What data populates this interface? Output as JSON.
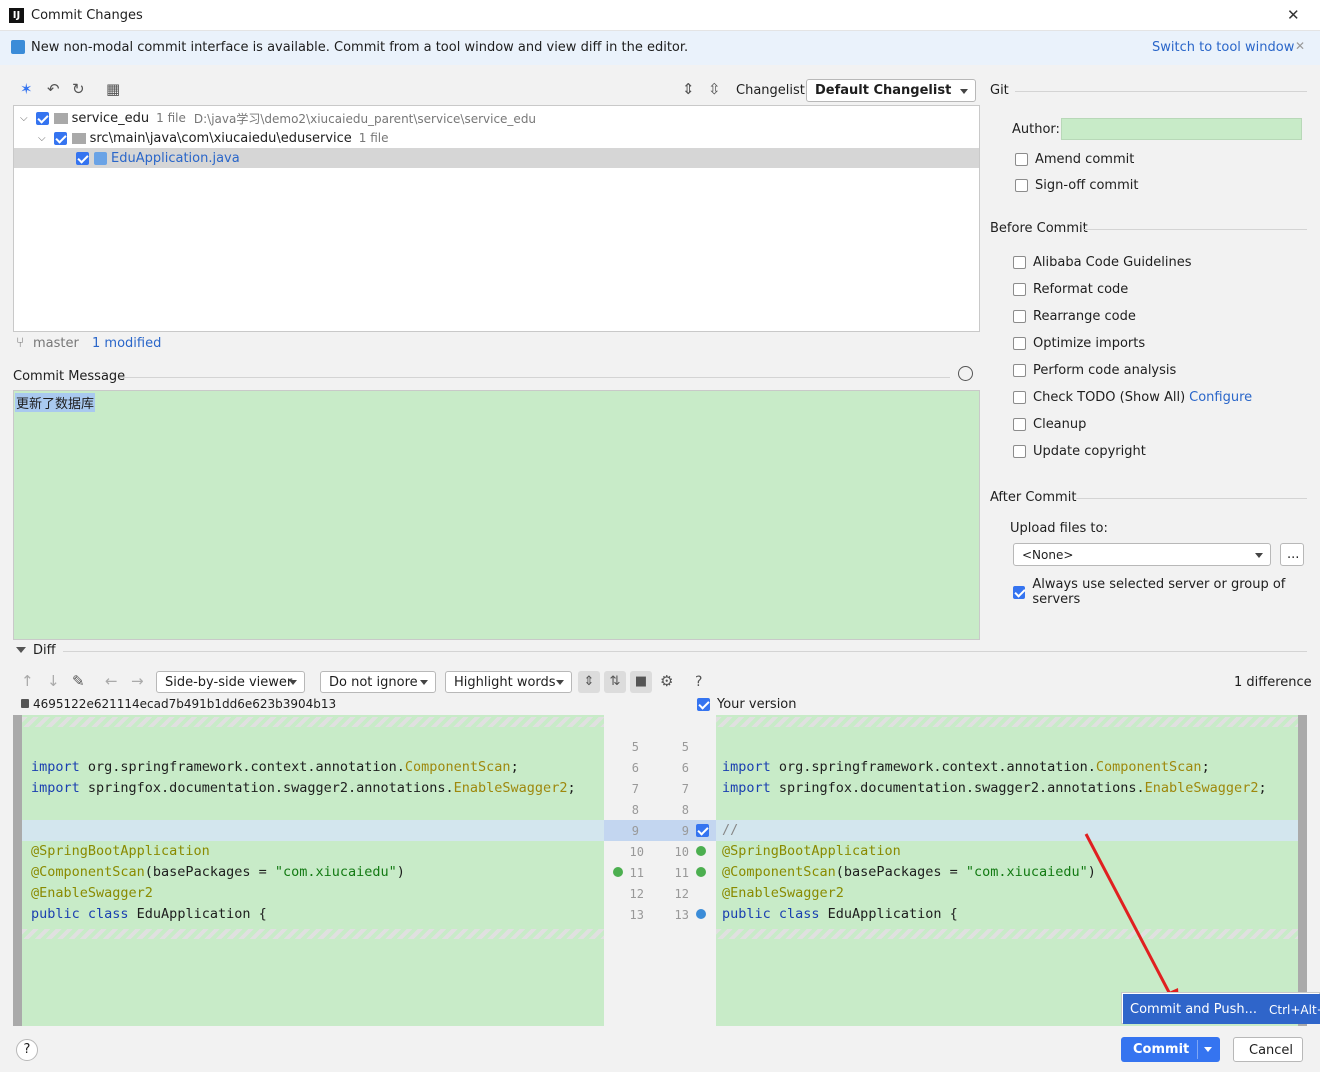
{
  "window": {
    "title": "Commit Changes",
    "close": "✕"
  },
  "banner": {
    "text": "New non-modal commit interface is available. Commit from a tool window and view diff in the editor.",
    "link": "Switch to tool window",
    "close": "✕"
  },
  "toolbar": {
    "changelist_label": "Changelist:",
    "changelist_value": "Default Changelist"
  },
  "tree": {
    "root": {
      "name": "service_edu",
      "count": "1 file",
      "path": "D:\\java学习\\demo2\\xiucaiedu_parent\\service\\service_edu"
    },
    "folder": {
      "name": "src\\main\\java\\com\\xiucaiedu\\eduservice",
      "count": "1 file"
    },
    "file": {
      "name": "EduApplication.java"
    }
  },
  "status": {
    "branch": "master",
    "modified": "1 modified"
  },
  "commit_message": {
    "label": "Commit Message",
    "value": "更新了数据库"
  },
  "git": {
    "title": "Git",
    "author_label": "Author:",
    "author_value": "",
    "amend": "Amend commit",
    "signoff": "Sign-off commit"
  },
  "before_commit": {
    "title": "Before Commit",
    "items": [
      "Alibaba Code Guidelines",
      "Reformat code",
      "Rearrange code",
      "Optimize imports",
      "Perform code analysis",
      "Check TODO (Show All)",
      "Cleanup",
      "Update copyright"
    ],
    "configure": "Configure"
  },
  "after_commit": {
    "title": "After Commit",
    "upload_label": "Upload files to:",
    "upload_value": "<None>",
    "browse": "...",
    "always_use": "Always use selected server or group of servers"
  },
  "diff": {
    "title": "Diff",
    "viewer": "Side-by-side viewer",
    "ignore": "Do not ignore",
    "highlight": "Highlight words",
    "help": "?",
    "differences": "1 difference",
    "left_title": "4695122e621114ecad7b491b1dd6e623b3904b13",
    "right_title": "Your version",
    "line_numbers_left": [
      "5",
      "6",
      "7",
      "8",
      "9",
      "10",
      "11",
      "12",
      "13"
    ],
    "line_numbers_right": [
      "5",
      "6",
      "7",
      "8",
      "9",
      "10",
      "11",
      "12",
      "13"
    ]
  },
  "code": {
    "import1_kw": "import",
    "import1_pkg": " org.springframework.context.annotation.",
    "import1_cls": "ComponentScan",
    "import1_end": ";",
    "import2_kw": "import",
    "import2_pkg": " springfox.documentation.swagger2.annotations.",
    "import2_cls": "EnableSwagger2",
    "import2_end": ";",
    "comment": "//",
    "ann1": "@SpringBootApplication",
    "ann2": "@ComponentScan",
    "ann2_args": "(basePackages = ",
    "ann2_str": "\"com.xiucaiedu\"",
    "ann2_end": ")",
    "ann3": "@EnableSwagger2",
    "class_kw": "public class",
    "class_name": " EduApplication {"
  },
  "popup": {
    "label": "Commit and Push...",
    "shortcut": "Ctrl+Alt+"
  },
  "footer": {
    "help": "?",
    "commit": "Commit",
    "cancel": "Cancel"
  },
  "colors": {
    "diff_green": "#c8ebc8",
    "changed_line": "#d3e6ee",
    "accent": "#2f73d8"
  }
}
